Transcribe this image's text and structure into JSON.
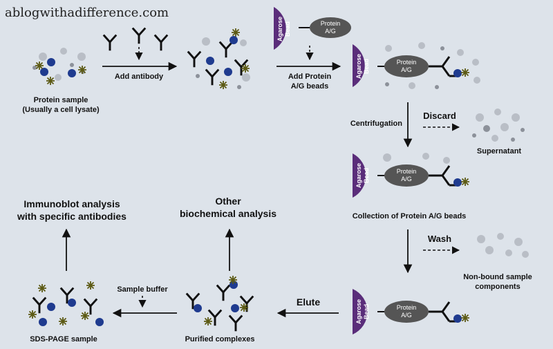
{
  "watermark": "ablogwithadifference.com",
  "colors": {
    "background": "#dde3ea",
    "bead": "#5a2d7a",
    "protein": "#555555",
    "antibody": "#111111",
    "antigen": "#1f3b8f",
    "star": "#5c5a14",
    "grey_particle": "#b9bec6",
    "small_particle": "#8c919a"
  },
  "bead": {
    "line1": "Agarose",
    "line2": "Bead"
  },
  "protein": {
    "line1": "Protein",
    "line2": "A/G"
  },
  "labels": {
    "protein_sample_1": "Protein sample",
    "protein_sample_2": "(Usually a cell lysate)",
    "add_antibody": "Add antibody",
    "add_beads_1": "Add Protein",
    "add_beads_2": "A/G beads",
    "centrifugation": "Centrifugation",
    "discard": "Discard",
    "supernatant": "Supernatant",
    "collection": "Collection of Protein A/G beads",
    "wash": "Wash",
    "nonbound_1": "Non-bound sample",
    "nonbound_2": "components",
    "elute": "Elute",
    "purified": "Purified complexes",
    "sample_buffer": "Sample buffer",
    "sds_page": "SDS-PAGE sample",
    "other_1": "Other",
    "other_2": "biochemical analysis",
    "immuno_1": "Immunoblot analysis",
    "immuno_2": "with specific antibodies"
  }
}
